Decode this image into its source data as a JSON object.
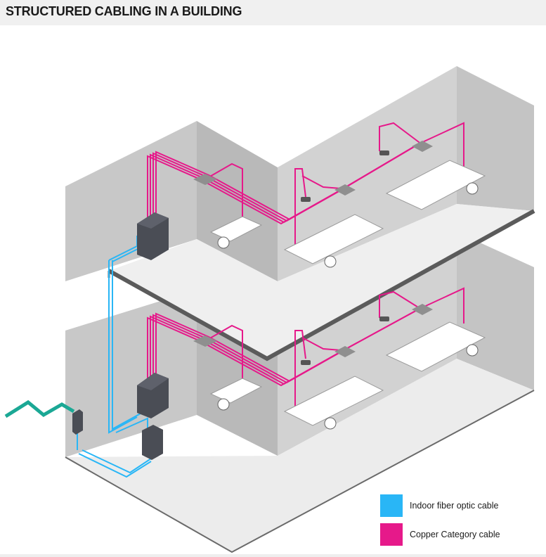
{
  "title": "STRUCTURED CABLING IN A BUILDING",
  "legend": [
    {
      "label": "Indoor fiber optic cable",
      "color": "#29b6f6",
      "icon": "fiber-swatch"
    },
    {
      "label": "Copper Category cable",
      "color": "#e6198a",
      "icon": "copper-swatch"
    }
  ],
  "colors": {
    "fiber": "#29b6f6",
    "copper": "#e6198a",
    "outside_plant": "#1ba895",
    "wall_dark": "#bdbdbd",
    "wall_light": "#d6d6d6",
    "floor": "#eeeeee",
    "slab_edge": "#5b5b5b",
    "equipment": "#4a4d55"
  }
}
